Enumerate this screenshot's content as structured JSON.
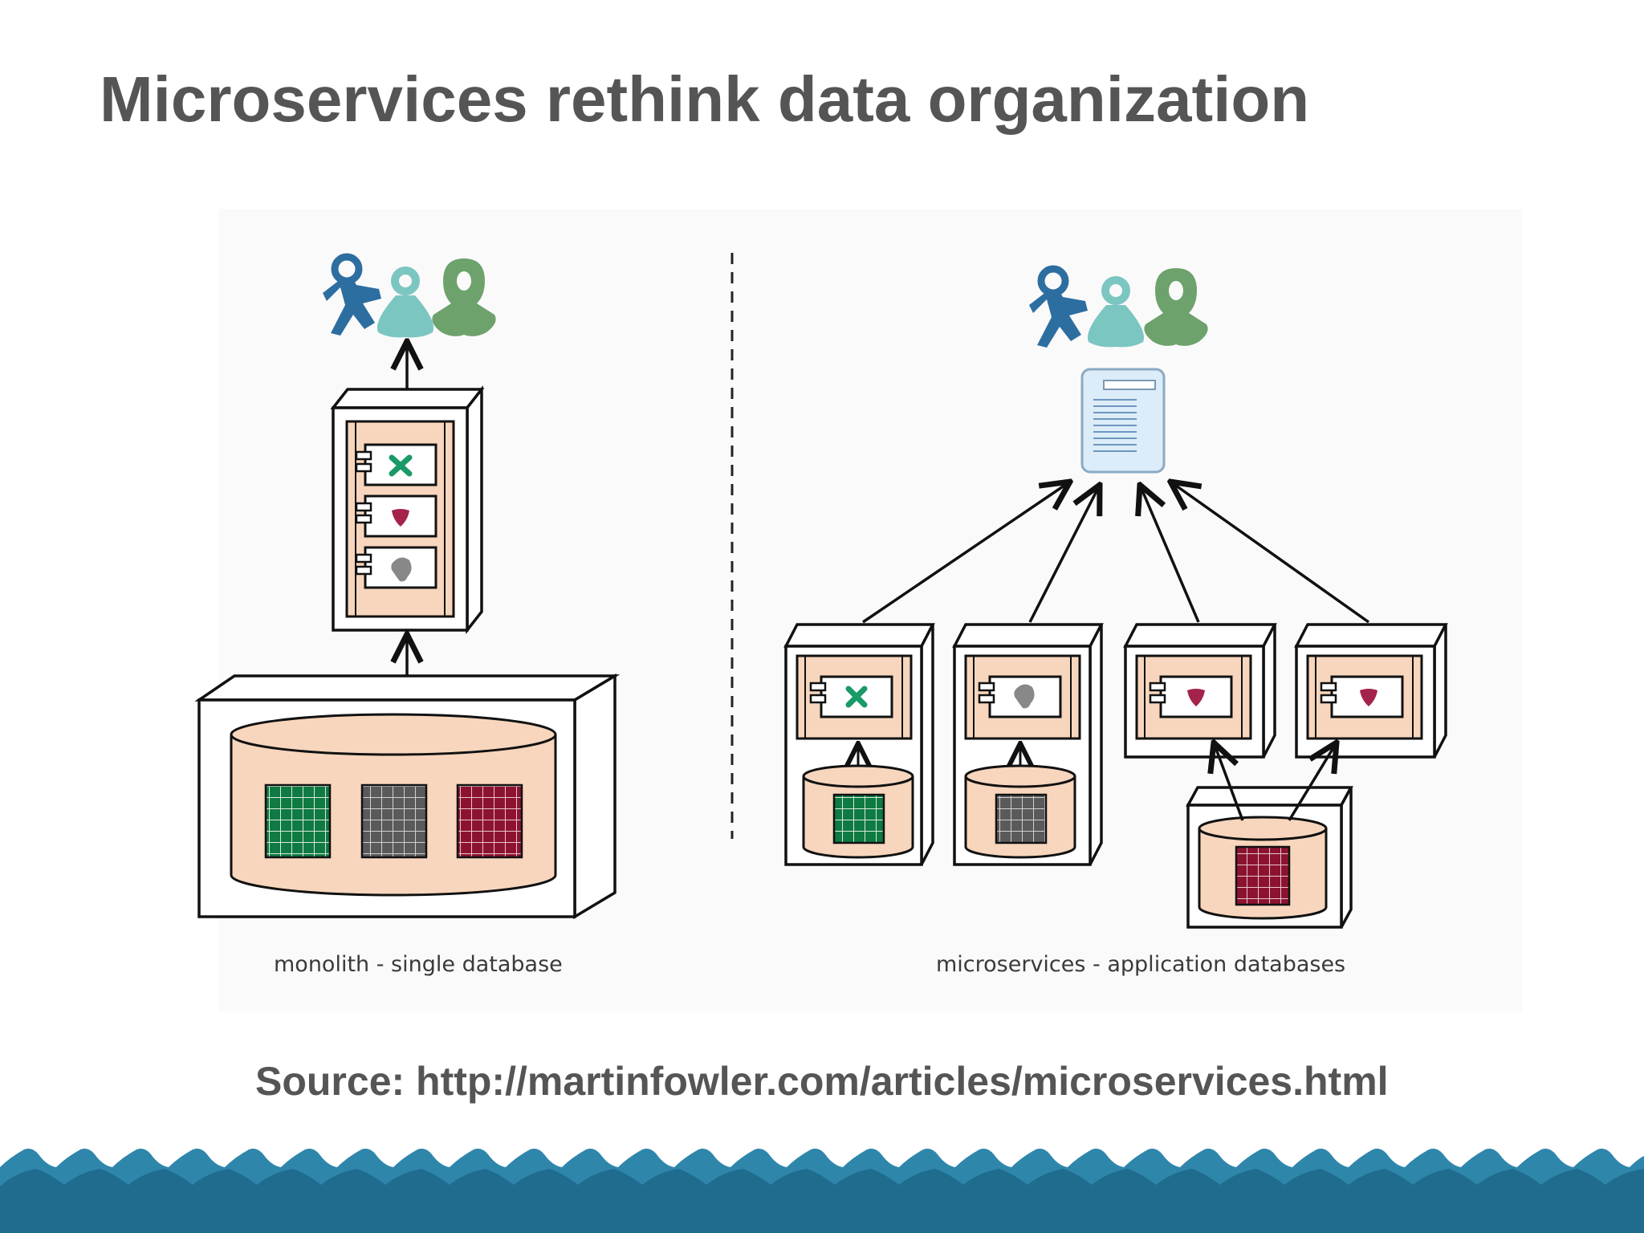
{
  "slide": {
    "title": "Microservices rethink data organization",
    "source_text": "Source: http://martinfowler.com/articles/microservices.html"
  },
  "diagram": {
    "left": {
      "caption": "monolith - single database",
      "database_tables": [
        "green",
        "gray",
        "red"
      ],
      "app_components": [
        "green",
        "red",
        "gray"
      ]
    },
    "right": {
      "caption": "microservices - application databases",
      "service_components": [
        "green",
        "gray",
        "red",
        "red"
      ],
      "databases": [
        "green",
        "gray",
        "red"
      ]
    }
  },
  "colors": {
    "title": "#555555",
    "peach": "#f7d6bd",
    "table_green": "#0f7a43",
    "table_gray": "#5a5a5a",
    "table_red": "#8c1330",
    "user_blue": "#2d6ea1",
    "user_teal": "#7cc6c2",
    "user_green": "#6ea26d",
    "wave_dark": "#1f6c8f",
    "wave_light": "#2f86ab"
  }
}
